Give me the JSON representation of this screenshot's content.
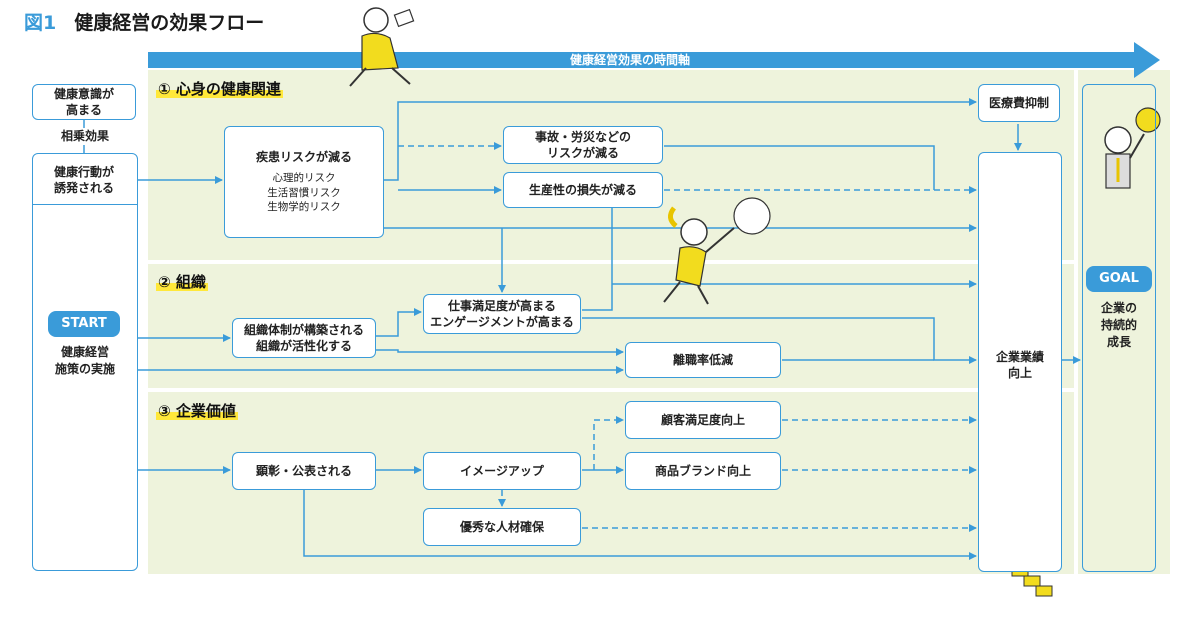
{
  "title": {
    "number": "図1",
    "text": "健康経営の効果フロー"
  },
  "timeline_label": "健康経営効果の時間軸",
  "sections": {
    "s1": "① 心身の健康関連",
    "s2": "② 組織",
    "s3": "③ 企業価値"
  },
  "left": {
    "awareness": [
      "健康意識が",
      "高まる"
    ],
    "synergy": "相乗効果",
    "action": [
      "健康行動が",
      "誘発される"
    ],
    "start_label": "START",
    "start_text": [
      "健康経営",
      "施策の実施"
    ]
  },
  "nodes": {
    "disease": {
      "title": "疾患リスクが減る",
      "subs": [
        "心理的リスク",
        "生活習慣リスク",
        "生物学的リスク"
      ]
    },
    "accident": [
      "事故・労災などの",
      "リスクが減る"
    ],
    "productivity": "生産性の損失が減る",
    "medical": "医療費抑制",
    "org": [
      "組織体制が構築される",
      "組織が活性化する"
    ],
    "satisfaction": [
      "仕事満足度が高まる",
      "エンゲージメントが高まる"
    ],
    "turnover": "離職率低減",
    "publicized": "顕彰・公表される",
    "image": "イメージアップ",
    "customer": "顧客満足度向上",
    "brand": "商品ブランド向上",
    "talent": "優秀な人材確保",
    "performance": [
      "企業業績",
      "向上"
    ]
  },
  "goal": {
    "label": "GOAL",
    "text": [
      "企業の",
      "持続的",
      "成長"
    ]
  },
  "colors": {
    "accent": "#3a9bd9",
    "band": "#eef3dc",
    "highlight": "#ffe83a",
    "figure": "#f2dc1e"
  }
}
